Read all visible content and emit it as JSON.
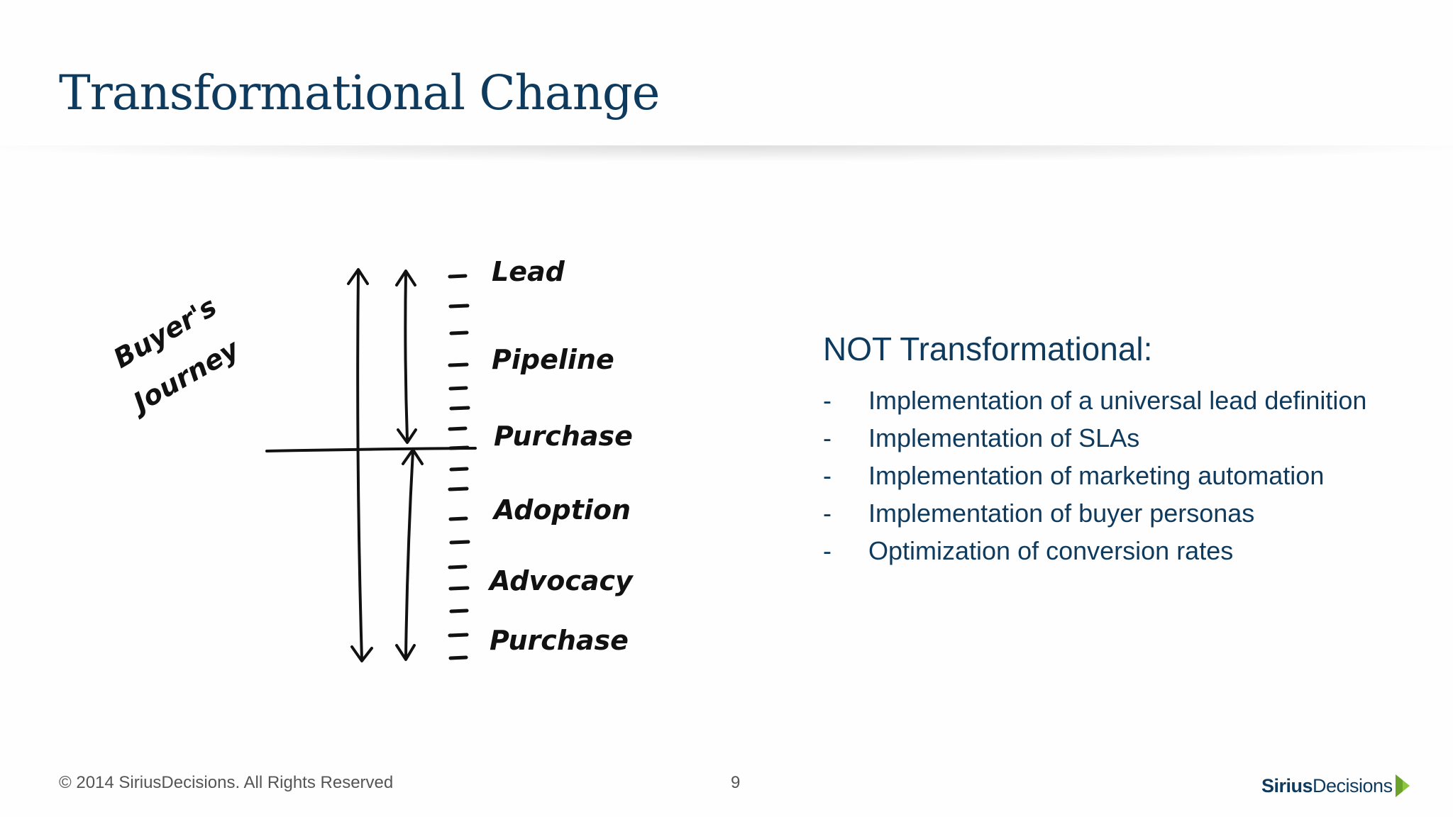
{
  "slide": {
    "title": "Transformational Change"
  },
  "diagram": {
    "side_label_line1": "Buyer's",
    "side_label_line2": "Journey",
    "stages": [
      "Lead",
      "Pipeline",
      "Purchase",
      "Adoption",
      "Advocacy",
      "Purchase"
    ]
  },
  "content": {
    "heading": "NOT Transformational:",
    "bullets": [
      "Implementation of a universal lead definition",
      "Implementation of SLAs",
      "Implementation of marketing automation",
      "Implementation of buyer personas",
      "Optimization of conversion rates"
    ],
    "bullet_marker": "-"
  },
  "footer": {
    "copyright": "© 2014 SiriusDecisions. All Rights Reserved",
    "page_number": "9",
    "logo_text_bold": "Sirius",
    "logo_text_regular": "Decisions"
  },
  "colors": {
    "title": "#0e3a5e",
    "logo_arrow": "#8dc63f"
  }
}
